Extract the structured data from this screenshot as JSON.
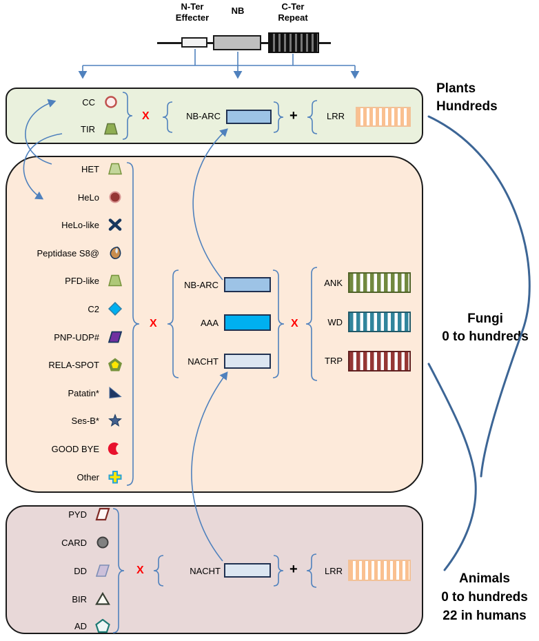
{
  "schematic": {
    "n_ter_label": "N-Ter\nEffecter",
    "nb_label": "NB",
    "c_ter_label": "C-Ter\nRepeat"
  },
  "plants": {
    "side_label": "Plants\nHundreds",
    "x_label": "X",
    "plus_label": "+",
    "effectors": [
      {
        "label": "CC",
        "icon": "red-ring"
      },
      {
        "label": "TIR",
        "icon": "green-trapezoid"
      }
    ],
    "nbd": {
      "label": "NB-ARC"
    },
    "repeat": {
      "label": "LRR"
    }
  },
  "fungi": {
    "side_label": "Fungi\n0 to hundreds",
    "x1_label": "X",
    "x2_label": "X",
    "effectors": [
      {
        "label": "HET",
        "icon": "light-green-trapezoid"
      },
      {
        "label": "HeLo",
        "icon": "dark-red-circle"
      },
      {
        "label": "HeLo-like",
        "icon": "navy-x"
      },
      {
        "label": "Peptidase S8@",
        "icon": "tan-teardrop"
      },
      {
        "label": "PFD-like",
        "icon": "green-trapezoid"
      },
      {
        "label": "C2",
        "icon": "cyan-diamond"
      },
      {
        "label": "PNP-UDP#",
        "icon": "purple-parallelogram"
      },
      {
        "label": "RELA-SPOT",
        "icon": "green-yellow-pentagon"
      },
      {
        "label": "Patatin*",
        "icon": "navy-triangle"
      },
      {
        "label": "Ses-B*",
        "icon": "blue-star"
      },
      {
        "label": "GOOD BYE",
        "icon": "red-crescent"
      },
      {
        "label": "Other",
        "icon": "yellow-cyan-cross"
      }
    ],
    "nbds": [
      {
        "label": "NB-ARC"
      },
      {
        "label": "AAA"
      },
      {
        "label": "NACHT"
      }
    ],
    "repeats": [
      {
        "label": "ANK"
      },
      {
        "label": "WD"
      },
      {
        "label": "TRP"
      }
    ]
  },
  "animals": {
    "side_label": "Animals\n0 to hundreds\n22 in humans",
    "x_label": "X",
    "plus_label": "+",
    "effectors": [
      {
        "label": "PYD",
        "icon": "dark-red-parallelogram-outline"
      },
      {
        "label": "CARD",
        "icon": "gray-circle"
      },
      {
        "label": "DD",
        "icon": "lavender-parallelogram"
      },
      {
        "label": "BIR",
        "icon": "triangle-outline"
      },
      {
        "label": "AD",
        "icon": "teal-pentagon-outline"
      }
    ],
    "nbd": {
      "label": "NACHT"
    },
    "repeat": {
      "label": "LRR"
    }
  },
  "colors": {
    "plants_panel_bg": "#eaf1dd",
    "fungi_panel_bg": "#fdeada",
    "animals_panel_bg": "#e8d8d8",
    "nb_arc_fill": "#9dc3e6",
    "aaa_fill": "#00b0f0",
    "nacht_fill": "#dce6f1",
    "lrr_stripe": "#fac090",
    "ank_stripe": "#71893f",
    "wd_stripe": "#31859c",
    "trp_stripe": "#953735",
    "connector_blue": "#4f81bd",
    "x_red": "#ff0000"
  }
}
